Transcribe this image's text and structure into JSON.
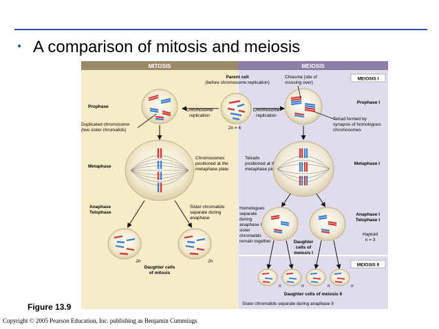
{
  "slide": {
    "bullet": "•",
    "title": "A comparison of mitosis and meiosis",
    "figure_label": "Figure 13.9",
    "copyright": "Copyright © 2005 Pearson Education, Inc. publishing as Benjamin Cummings"
  },
  "diagram": {
    "headers": {
      "mitosis": "MITOSIS",
      "meiosis": "MEIOSIS"
    },
    "meiosis_i_tag": "MEIOSIS I",
    "meiosis_ii_tag": "MEIOSIS II",
    "parent_cell": [
      "Parent cell",
      "(before chromosome replication)"
    ],
    "chiasma": [
      "Chiasma (site of",
      "crossing over)"
    ],
    "chromosome_replication_left": [
      "Chromosome",
      "replication"
    ],
    "chromosome_replication_right": [
      "Chromosome",
      "replication"
    ],
    "two_n_six": "2n = 6",
    "prophase": "Prophase",
    "prophase_i": "Prophase I",
    "duplicated": [
      "Duplicated chromosome",
      "(two sister chromatids)"
    ],
    "tetrad_formed": [
      "Tetrad formed by",
      "synapsis of homologous",
      "chromosomes"
    ],
    "metaphase": "Metaphase",
    "metaphase_i": "Metaphase I",
    "chromosomes_plate": [
      "Chromosomes",
      "positioned at the",
      "metaphase plate"
    ],
    "tetrads_plate": [
      "Tetrads",
      "positioned at the",
      "metaphase plate"
    ],
    "anaphase_telophase": [
      "Anaphase",
      "Telophase"
    ],
    "anaphase_telophase_i": [
      "Anaphase I",
      "Telophase I"
    ],
    "sister_separate": [
      "Sister chromatids",
      "separate during",
      "anaphase"
    ],
    "homologues_separate": [
      "Homologues",
      "separate",
      "during",
      "anaphase I;",
      "sister",
      "chromatids",
      "remain together"
    ],
    "haploid": [
      "Haploid",
      "n = 3"
    ],
    "daughter_meiosis_i": [
      "Daughter",
      "cells of",
      "meiosis I"
    ],
    "two_n_left": "2n",
    "two_n_right": "2n",
    "daughter_mitosis": [
      "Daughter cells",
      "of mitosis"
    ],
    "n_labels": [
      "n",
      "n",
      "n",
      "n"
    ],
    "daughter_meiosis_ii": "Daughter cells of meiosis II",
    "sister_separate_ii": "Sister chromatids separate during anaphase II"
  },
  "colors": {
    "accent": "#2a4f9e",
    "mitosis_header": "#9a8a6a",
    "meiosis_header": "#8b7fa8",
    "mitosis_bg": "#f6ecc8",
    "meiosis_bg": "#e0dcec",
    "chrom_red": "#d23a3a",
    "chrom_blue": "#3a7fd2"
  }
}
